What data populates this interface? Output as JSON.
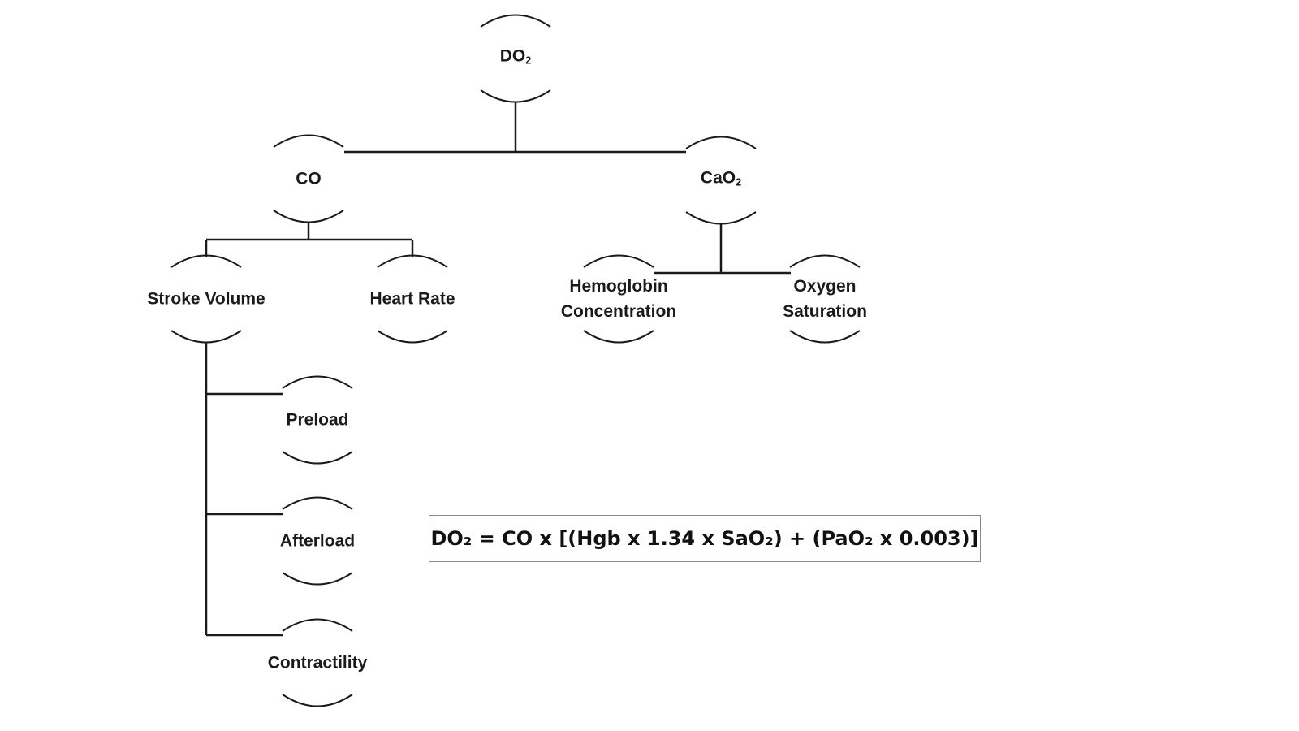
{
  "nodes": {
    "do2": {
      "base": "DO",
      "sub": "2"
    },
    "co": {
      "text": "CO"
    },
    "cao2": {
      "base": "CaO",
      "sub": "2"
    },
    "stroke_volume": {
      "text": "Stroke Volume"
    },
    "heart_rate": {
      "text": "Heart Rate"
    },
    "hemoglobin": {
      "line1": "Hemoglobin",
      "line2": "Concentration"
    },
    "oxygen_saturation": {
      "line1": "Oxygen",
      "line2": "Saturation"
    },
    "preload": {
      "text": "Preload"
    },
    "afterload": {
      "text": "Afterload"
    },
    "contractility": {
      "text": "Contractility"
    }
  },
  "formula": "DO₂ = CO x [(Hgb x 1.34 x SaO₂) + (PaO₂ x 0.003)]",
  "colors": {
    "line": "#1a1a1a",
    "text": "#1a1a1a",
    "box_border": "#8a8a8a"
  }
}
